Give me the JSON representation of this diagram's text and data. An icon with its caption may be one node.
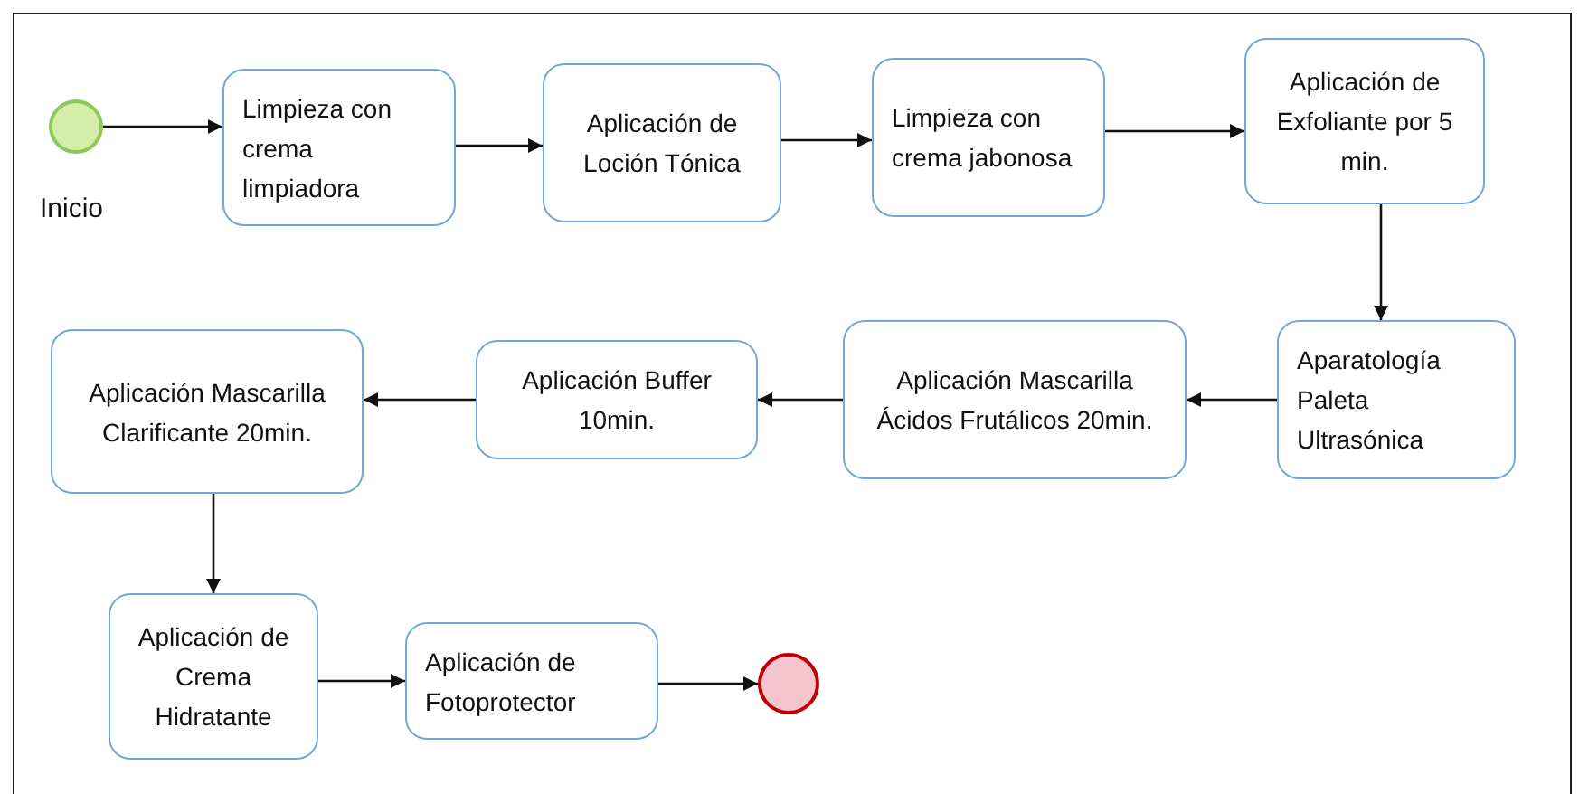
{
  "diagram": {
    "nodes": [
      {
        "text": [],
        "shape": "circle",
        "beside": [
          "Inicio"
        ]
      },
      {
        "text": [
          "Limpieza con crema limpiadora"
        ]
      },
      {
        "text": [
          "Aplicación de Loción Tónica"
        ]
      },
      {
        "text": [
          "Limpieza con crema jabonosa"
        ]
      },
      {
        "text": [
          "Aplicación de Exfoliante por 5 min."
        ]
      },
      {
        "text": [
          "Aparatología Paleta Ultrasónica"
        ]
      },
      {
        "text": [
          "Aplicación Mascarilla Ácidos Frutálicos 20min."
        ]
      },
      {
        "text": [
          "Aplicación Buffer 10min."
        ]
      },
      {
        "text": [
          "Aplicación Mascarilla Clarificante 20min."
        ]
      },
      {
        "text": [
          "Aplicación de Crema Hidratante"
        ]
      },
      {
        "text": [
          "Aplicación de Fotoprotector"
        ]
      },
      {
        "text": [],
        "shape": "circle"
      }
    ],
    "edges": [
      {
        "from": 0,
        "to": 1,
        "arrow": "to"
      },
      {
        "from": 1,
        "to": 2,
        "arrow": "to"
      },
      {
        "from": 2,
        "to": 3,
        "arrow": "to"
      },
      {
        "from": 3,
        "to": 4,
        "arrow": "to"
      },
      {
        "from": 4,
        "to": 5,
        "arrow": "to"
      },
      {
        "from": 5,
        "to": 6,
        "arrow": "to"
      },
      {
        "from": 6,
        "to": 7,
        "arrow": "to"
      },
      {
        "from": 7,
        "to": 8,
        "arrow": "to"
      },
      {
        "from": 8,
        "to": 9,
        "arrow": "to"
      },
      {
        "from": 9,
        "to": 10,
        "arrow": "to"
      },
      {
        "from": 10,
        "to": 11,
        "arrow": "to"
      }
    ]
  }
}
